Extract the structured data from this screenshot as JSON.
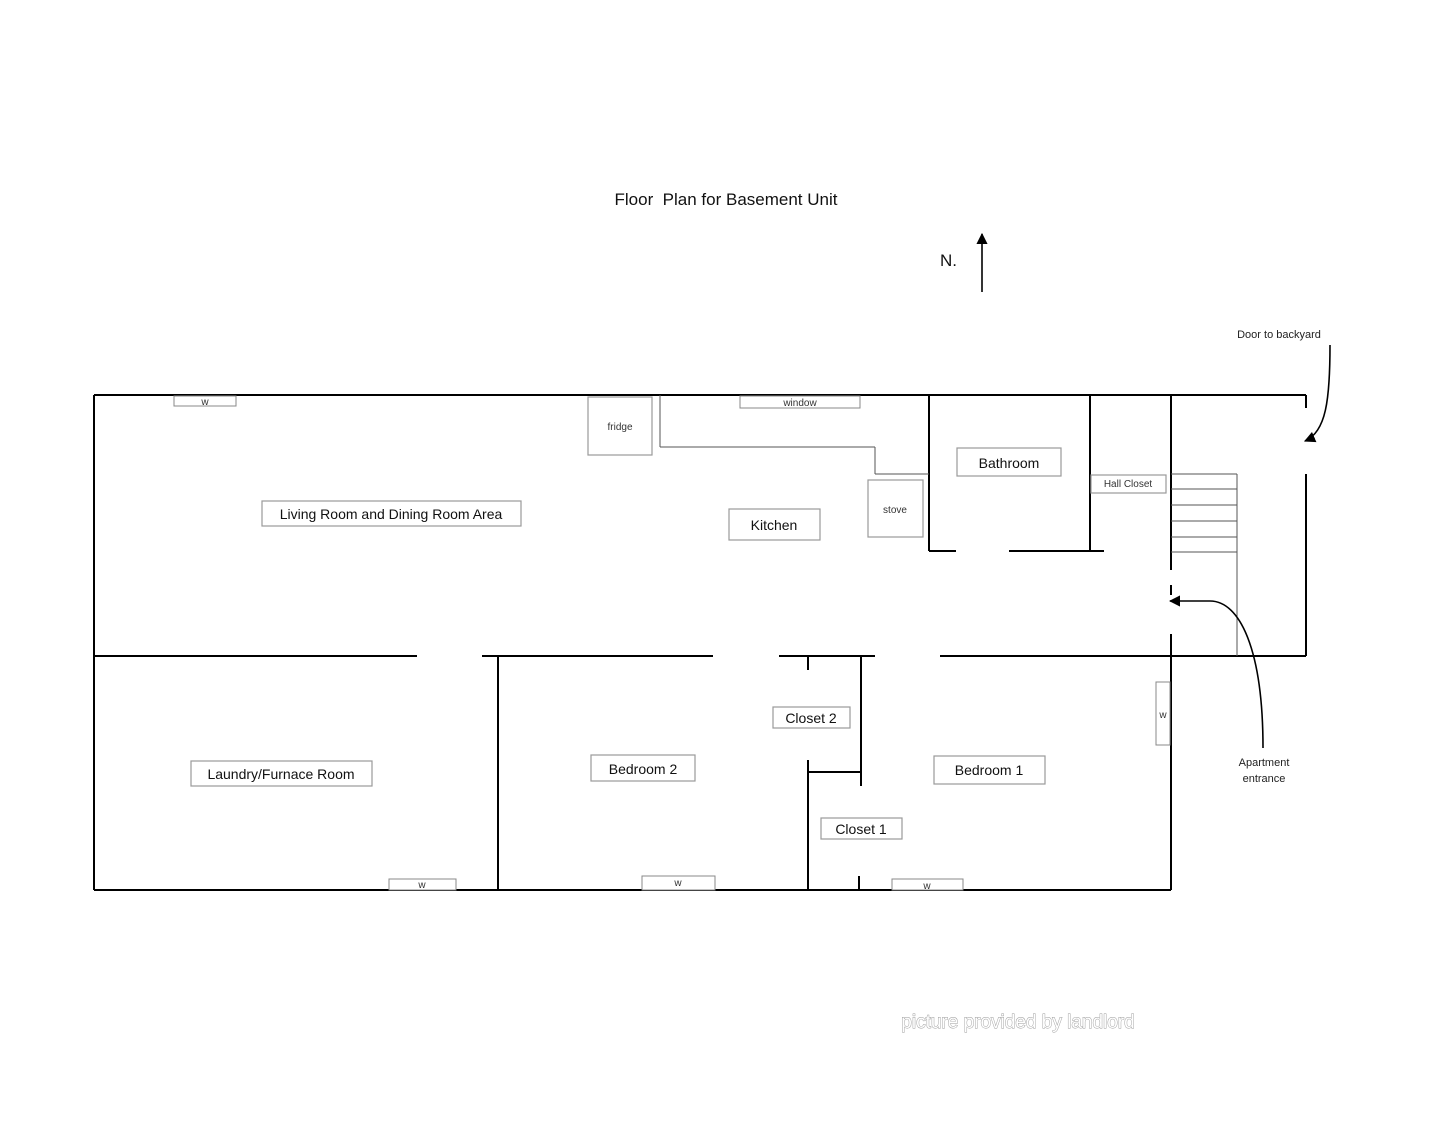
{
  "title": "Floor  Plan for Basement Unit",
  "north_label": "N.",
  "rooms": {
    "living": "Living Room and Dining Room Area",
    "kitchen": "Kitchen",
    "bathroom": "Bathroom",
    "hall_closet": "Hall Closet",
    "laundry": "Laundry/Furnace Room",
    "bedroom2": "Bedroom 2",
    "bedroom1": "Bedroom 1",
    "closet2": "Closet 2",
    "closet1": "Closet 1"
  },
  "fixtures": {
    "fridge": "fridge",
    "stove": "stove",
    "window": "window",
    "w": "w"
  },
  "annotations": {
    "door_to_backyard": "Door to backyard",
    "apartment_entrance_line1": "Apartment",
    "apartment_entrance_line2": "entrance"
  },
  "watermark": "picture provided by landlord"
}
